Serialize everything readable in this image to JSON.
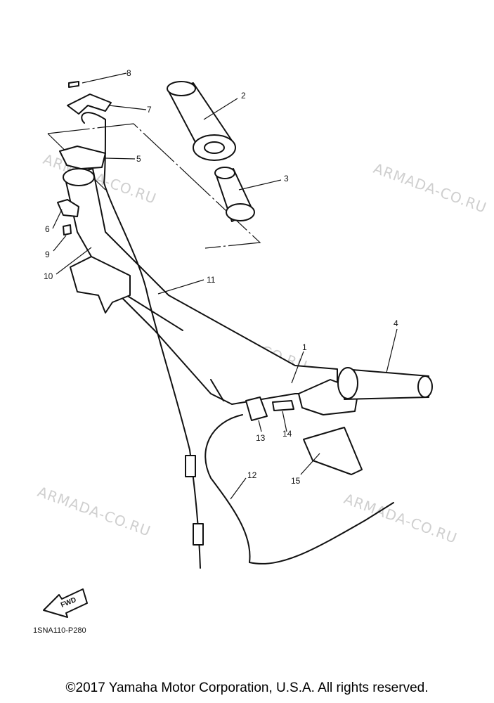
{
  "watermarks": [
    "ARMADA-CO.RU",
    "ARMADA-CO.RU",
    "ARMADA-CO.RU",
    "ARMADA-CO.RU",
    "ARMADA-CO.RU"
  ],
  "callouts": [
    "1",
    "2",
    "3",
    "4",
    "5",
    "6",
    "7",
    "8",
    "9",
    "10",
    "11",
    "12",
    "13",
    "14",
    "15"
  ],
  "diagram_code": "1SNA110-P280",
  "fwd_label": "FWD",
  "copyright": "©2017 Yamaha Motor Corporation, U.S.A. All rights reserved."
}
